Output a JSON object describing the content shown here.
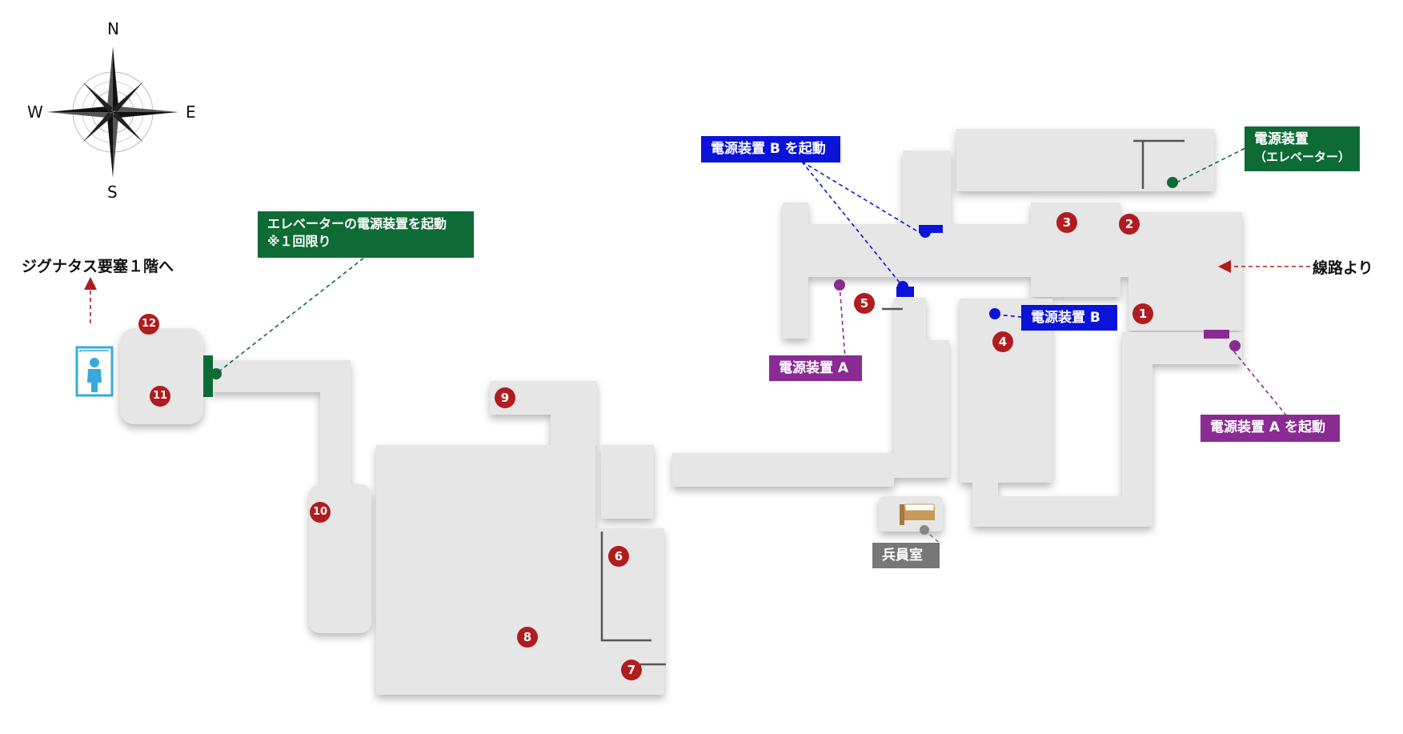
{
  "compass": {
    "n": "N",
    "s": "S",
    "e": "E",
    "w": "W"
  },
  "labels": {
    "elevator_power_start": "エレベーターの電源装置を起動",
    "elevator_power_note": "※１回限り",
    "to_zignatus": "ジグナタス要塞１階へ",
    "power_b_start": "電源装置 B を起動",
    "power_elevator": "電源装置",
    "power_elevator_sub": "（エレベーター）",
    "from_track": "線路より",
    "power_b": "電源装置 B",
    "power_a": "電源装置 A",
    "power_a_start": "電源装置 A を起動",
    "barracks": "兵員室"
  },
  "markers": [
    "1",
    "2",
    "3",
    "4",
    "5",
    "6",
    "7",
    "8",
    "9",
    "10",
    "11",
    "12"
  ],
  "colors": {
    "room": "#e6e6e6",
    "green": "#0f6b35",
    "blue": "#0a14d8",
    "purple": "#8a2a93",
    "gray_label": "#777777",
    "red_marker": "#b01c1f",
    "elevator": "#3aa8dc"
  },
  "icons": [
    "compass-rose-icon",
    "elevator-person-icon",
    "bed-icon",
    "arrow-up-icon",
    "arrow-left-icon"
  ]
}
